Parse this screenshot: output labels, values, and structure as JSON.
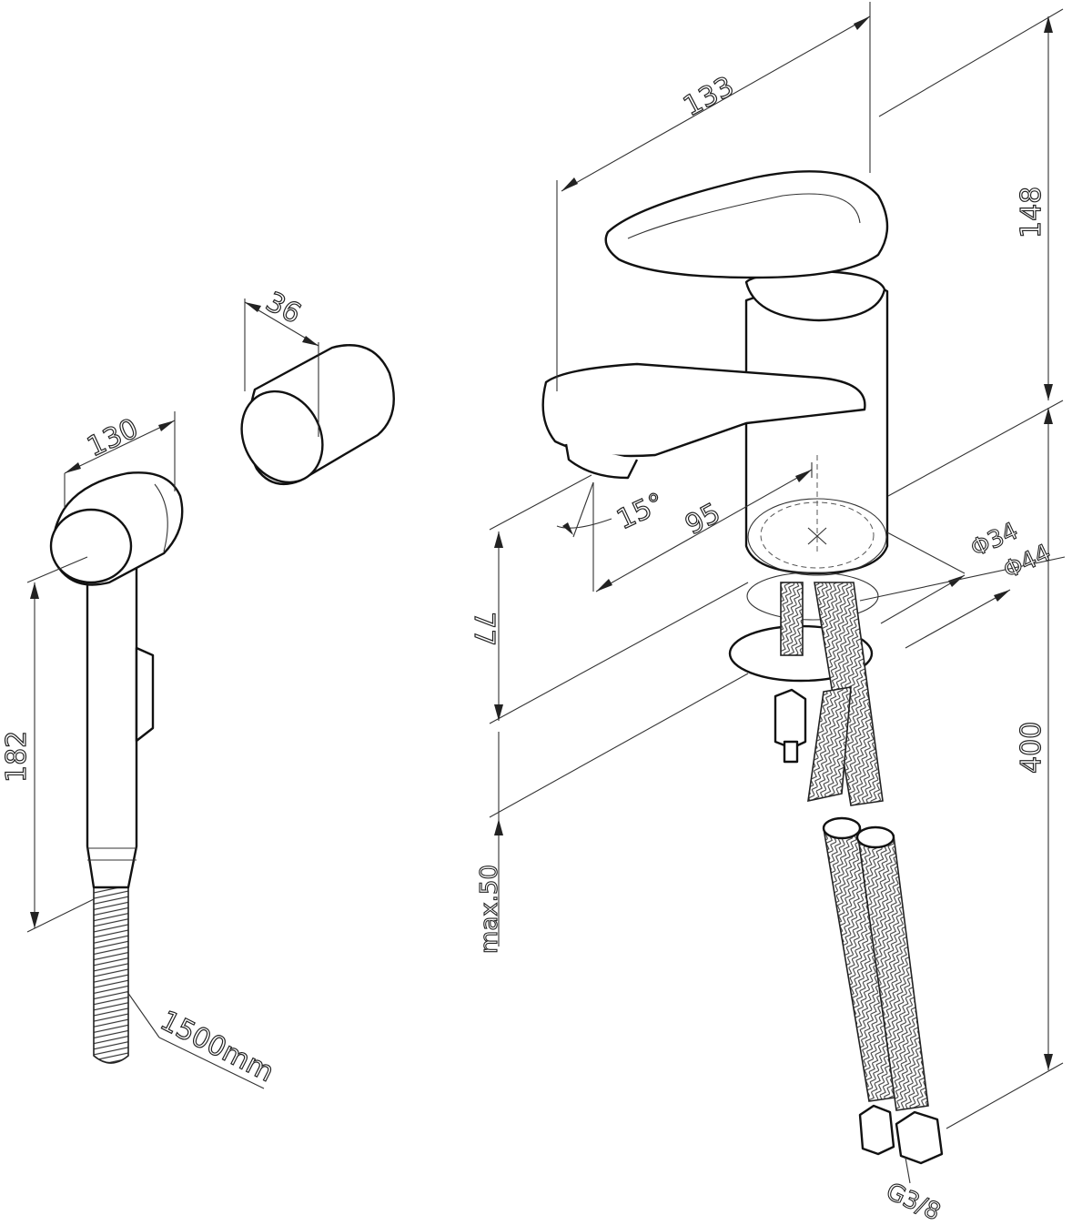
{
  "labels": {
    "handle_width": "130",
    "handle_length": "182",
    "hose_length": "1500mm",
    "holder_width": "36",
    "spout_reach": "133",
    "height_total": "148",
    "spout_height": "77",
    "angle": "15°",
    "spout_offset": "95",
    "base_inner_dia": "Φ34",
    "base_outer_dia": "Φ44",
    "flex_hose_length": "400",
    "max_deck": "max.50",
    "thread": "G3/8"
  }
}
